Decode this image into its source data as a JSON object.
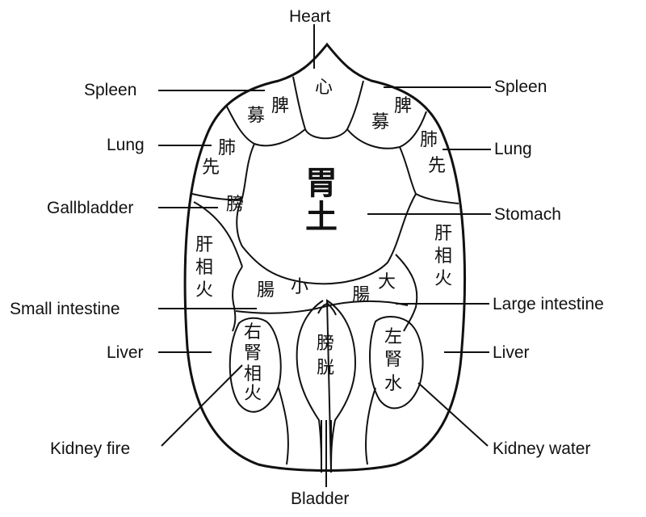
{
  "labels": {
    "heart": "Heart",
    "spleen_left": "Spleen",
    "spleen_right": "Spleen",
    "lung_left": "Lung",
    "lung_right": "Lung",
    "gallbladder": "Gallbladder",
    "stomach": "Stomach",
    "small_intestine": "Small intestine",
    "large_intestine": "Large intestine",
    "liver_left": "Liver",
    "liver_right": "Liver",
    "kidney_fire": "Kidney fire",
    "kidney_water": "Kidney water",
    "bladder": "Bladder"
  },
  "chinese": {
    "heart": "心",
    "spleen_left_1": "脾",
    "spleen_left_2": "募",
    "spleen_right_1": "脾",
    "spleen_right_2": "募",
    "lung_left_1": "肺",
    "lung_left_2": "先",
    "lung_right_1": "肺",
    "lung_right_2": "先",
    "gallbladder": "膀",
    "stomach_1": "胃",
    "stomach_2": "土",
    "liver_left_1": "肝",
    "liver_left_2": "相",
    "liver_left_3": "火",
    "liver_right_1": "肝",
    "liver_right_2": "相",
    "liver_right_3": "火",
    "small_int_1": "小",
    "small_int_2": "腸",
    "large_int_1": "大",
    "large_int_2": "腸",
    "kidney_fire_1": "右",
    "kidney_fire_2": "腎",
    "kidney_fire_3": "相",
    "kidney_fire_4": "火",
    "bladder_1": "膀",
    "bladder_2": "胱",
    "kidney_water_1": "左",
    "kidney_water_2": "腎",
    "kidney_water_3": "水"
  }
}
